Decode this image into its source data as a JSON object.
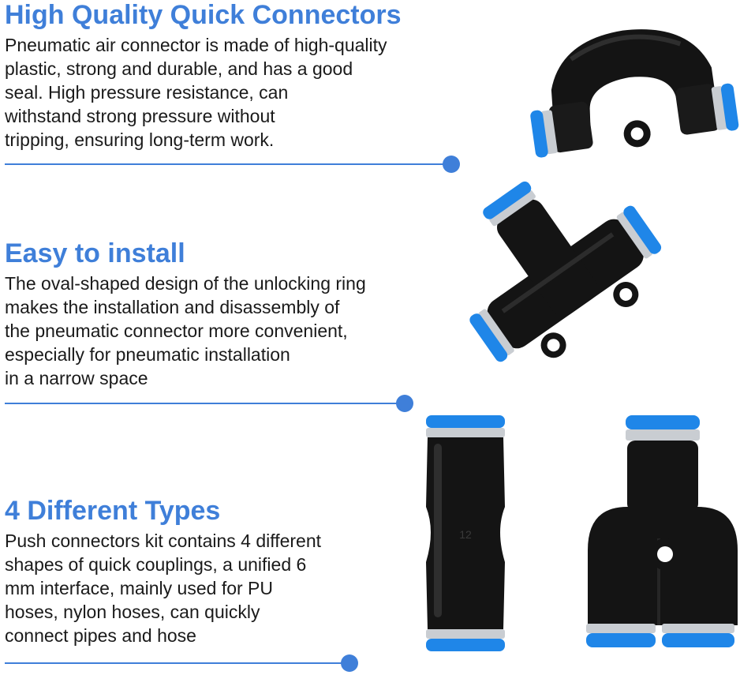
{
  "features": [
    {
      "heading": "High Quality Quick Connectors",
      "body": "Pneumatic air connector is made of high-quality\nplastic, strong and durable, and has a good\nseal. High pressure resistance, can\nwithstand strong pressure without\ntripping, ensuring long-term work."
    },
    {
      "heading": "Easy to install",
      "body": "The oval-shaped design of the unlocking ring\nmakes the installation and disassembly of\nthe pneumatic connector more convenient,\nespecially for pneumatic installation\nin a narrow space"
    },
    {
      "heading": "4 Different Types",
      "body": "Push connectors kit contains 4 different\nshapes of quick couplings, a unified 6\nmm interface, mainly used for PU\nhoses, nylon hoses, can quickly\nconnect pipes and hose"
    }
  ],
  "products": {
    "straight_marking": "12"
  },
  "colors": {
    "accent": "#3f7fd9",
    "connector_blue": "#1f86e8",
    "body_black": "#141414",
    "metal": "#c9cdd2"
  }
}
